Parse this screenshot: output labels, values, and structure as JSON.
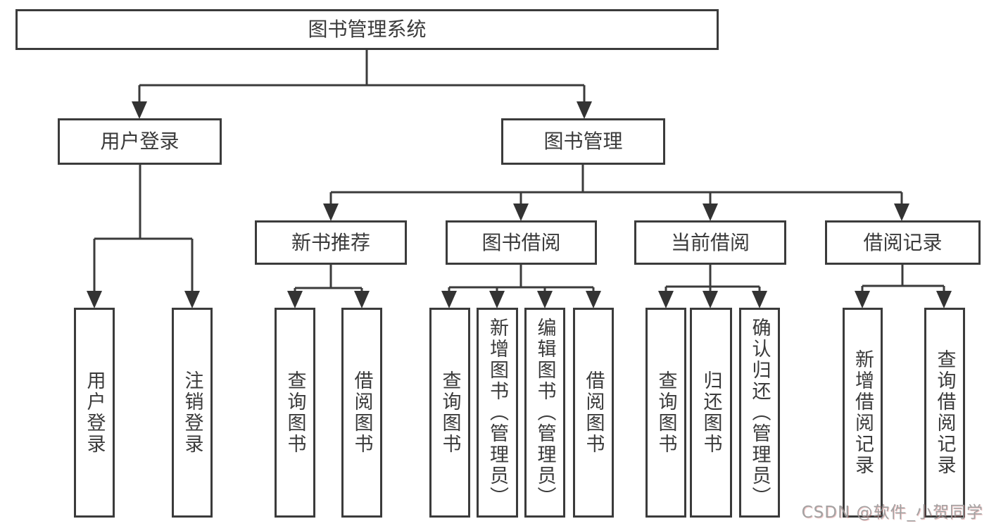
{
  "watermark": "CSDN @软件_小贺同学",
  "colors": {
    "line": "#3b3b3b",
    "box_border": "#3b3b3b",
    "text": "#3a3a3a",
    "background": "#ffffff",
    "watermark_text": "#9b9b9b"
  },
  "tree": {
    "label": "图书管理系统",
    "children": [
      {
        "label": "用户登录",
        "children": [
          {
            "label": "用户登录"
          },
          {
            "label": "注销登录"
          }
        ]
      },
      {
        "label": "图书管理",
        "children": [
          {
            "label": "新书推荐",
            "children": [
              {
                "label": "查询图书"
              },
              {
                "label": "借阅图书"
              }
            ]
          },
          {
            "label": "图书借阅",
            "children": [
              {
                "label": "查询图书"
              },
              {
                "label": "新增图书（管理员）"
              },
              {
                "label": "编辑图书（管理员）"
              },
              {
                "label": "借阅图书"
              }
            ]
          },
          {
            "label": "当前借阅",
            "children": [
              {
                "label": "查询图书"
              },
              {
                "label": "归还图书"
              },
              {
                "label": "确认归还（管理员）"
              }
            ]
          },
          {
            "label": "借阅记录",
            "children": [
              {
                "label": "新增借阅记录"
              },
              {
                "label": "查询借阅记录"
              }
            ]
          }
        ]
      }
    ]
  }
}
